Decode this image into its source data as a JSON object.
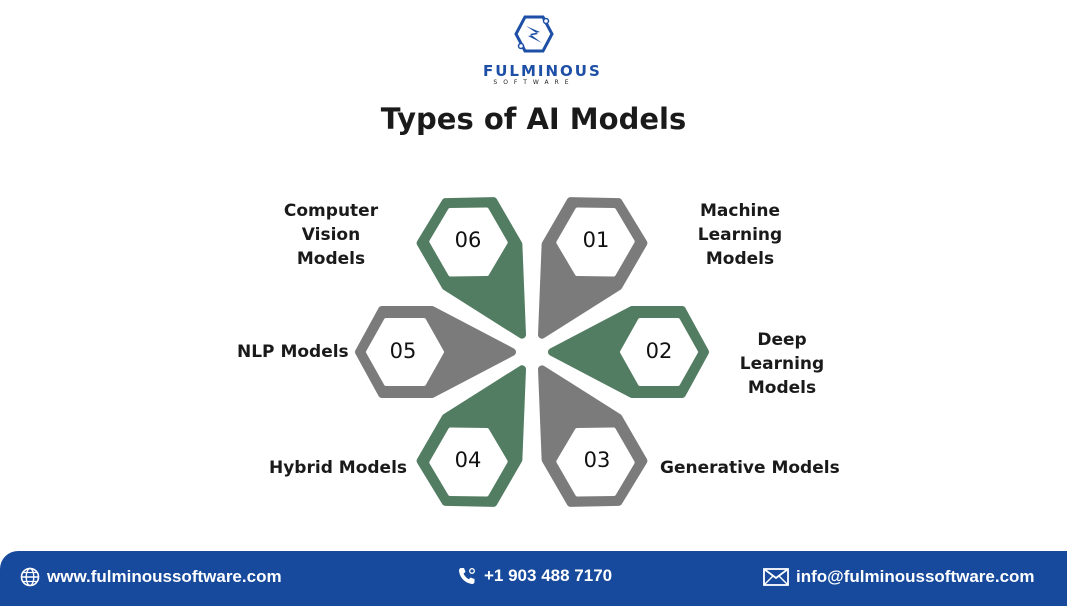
{
  "logo": {
    "brand": "FULMINOUS",
    "sub": "SOFTWARE"
  },
  "title": "Types of AI Models",
  "colors": {
    "green": "#537d62",
    "gray": "#7b7b7b",
    "footer": "#174a9c"
  },
  "items": [
    {
      "number": "01",
      "label_line1": "Machine Learning",
      "label_line2": "Models",
      "color": "gray"
    },
    {
      "number": "02",
      "label_line1": "Deep Learning",
      "label_line2": "Models",
      "color": "green"
    },
    {
      "number": "03",
      "label_line1": "Generative Models",
      "label_line2": "",
      "color": "gray"
    },
    {
      "number": "04",
      "label_line1": "Hybrid Models",
      "label_line2": "",
      "color": "green"
    },
    {
      "number": "05",
      "label_line1": "NLP Models",
      "label_line2": "",
      "color": "gray"
    },
    {
      "number": "06",
      "label_line1": "Computer Vision",
      "label_line2": "Models",
      "color": "green"
    }
  ],
  "footer": {
    "website": "www.fulminoussoftware.com",
    "phone": "+1 903 488 7170",
    "email": "info@fulminoussoftware.com",
    "icons": [
      "globe-icon",
      "phone-icon",
      "mail-icon"
    ]
  }
}
